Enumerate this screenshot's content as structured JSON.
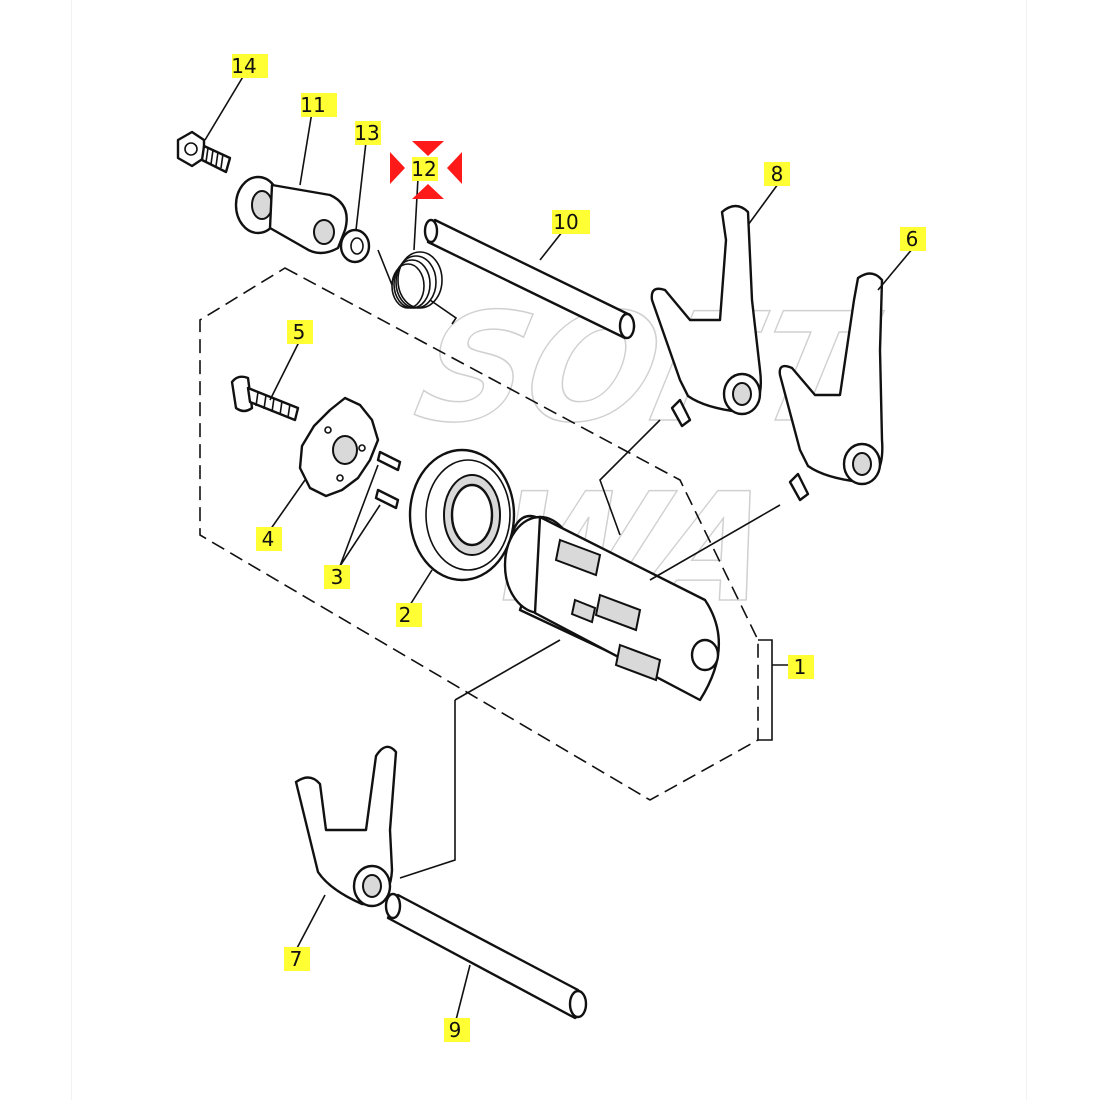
{
  "diagram": {
    "callouts": [
      {
        "id": "1",
        "label": "1"
      },
      {
        "id": "2",
        "label": "2"
      },
      {
        "id": "3",
        "label": "3"
      },
      {
        "id": "4",
        "label": "4"
      },
      {
        "id": "5",
        "label": "5"
      },
      {
        "id": "6",
        "label": "6"
      },
      {
        "id": "7",
        "label": "7"
      },
      {
        "id": "8",
        "label": "8"
      },
      {
        "id": "9",
        "label": "9"
      },
      {
        "id": "10",
        "label": "10"
      },
      {
        "id": "11",
        "label": "11"
      },
      {
        "id": "12",
        "label": "12"
      },
      {
        "id": "13",
        "label": "13"
      },
      {
        "id": "14",
        "label": "14"
      }
    ],
    "selected_callout": "12",
    "colors": {
      "callout_highlight": "#ffff33",
      "selection_marker": "#ff1a1a",
      "line": "#111111",
      "watermark": "#bdbdbd"
    }
  }
}
